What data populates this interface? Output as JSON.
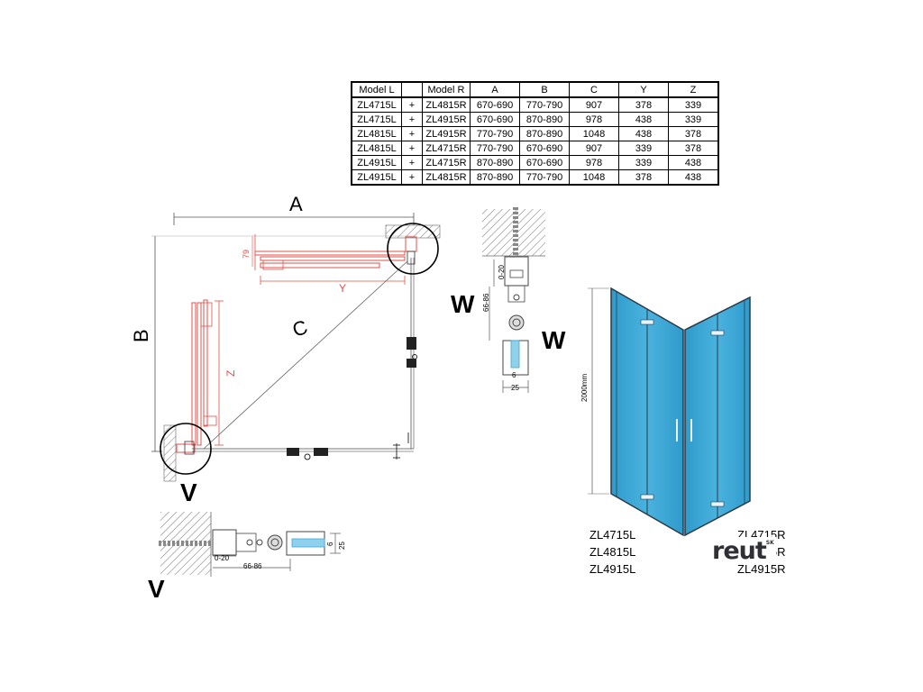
{
  "table": {
    "headers": [
      "Model L",
      "",
      "Model R",
      "A",
      "B",
      "C",
      "Y",
      "Z"
    ],
    "rows": [
      [
        "ZL4715L",
        "+",
        "ZL4815R",
        "670-690",
        "770-790",
        "907",
        "378",
        "339"
      ],
      [
        "ZL4715L",
        "+",
        "ZL4915R",
        "670-690",
        "870-890",
        "978",
        "438",
        "339"
      ],
      [
        "ZL4815L",
        "+",
        "ZL4915R",
        "770-790",
        "870-890",
        "1048",
        "438",
        "378"
      ],
      [
        "ZL4815L",
        "+",
        "ZL4715R",
        "770-790",
        "670-690",
        "907",
        "339",
        "378"
      ],
      [
        "ZL4915L",
        "+",
        "ZL4715R",
        "870-890",
        "670-690",
        "978",
        "339",
        "438"
      ],
      [
        "ZL4915L",
        "+",
        "ZL4815R",
        "870-890",
        "770-790",
        "1048",
        "378",
        "438"
      ]
    ]
  },
  "plan": {
    "label_a": "A",
    "label_b": "B",
    "label_c": "C",
    "label_y": "Y",
    "label_z": "Z",
    "label_79": "79",
    "label_v": "V",
    "label_w": "W"
  },
  "detail_w": {
    "label": "W",
    "dim_0_20": "0-20",
    "dim_66_86": "66-86",
    "dim_6": "6",
    "dim_25": "25"
  },
  "detail_v": {
    "label": "V",
    "dim_0_20": "0-20",
    "dim_66_86": "66-86",
    "dim_6": "6",
    "dim_25": "25"
  },
  "render": {
    "height_label": "2000mm",
    "glass_color": "#3fa8d6"
  },
  "models_left": [
    "ZL4715L",
    "ZL4815L",
    "ZL4915L"
  ],
  "models_right": [
    "ZL4715R",
    "ZL4815R",
    "ZL4915R"
  ],
  "logo": {
    "text": "reut",
    "sup": "SK"
  },
  "colors": {
    "profile_red": "#e0504a",
    "glass_blue": "#3fa8d6",
    "line": "#555555"
  }
}
